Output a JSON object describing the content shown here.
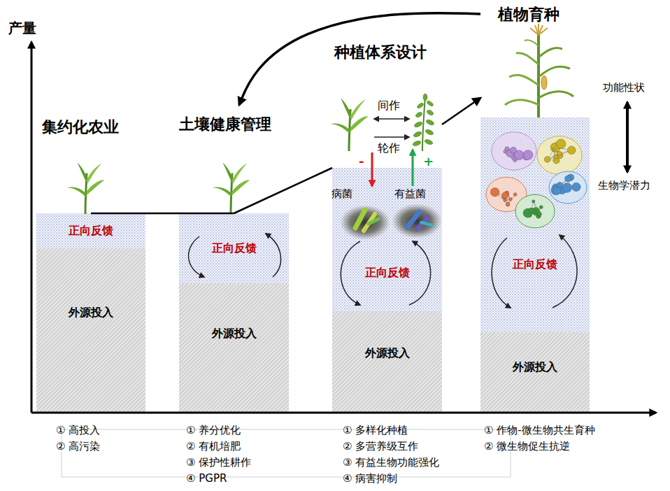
{
  "diagram": {
    "nodes": [
      {
        "text": [
          "集约化农业"
        ]
      },
      {
        "text": [
          "正向反馈"
        ],
        "in": 0
      },
      {
        "text": [
          "外源投入"
        ],
        "in": 0
      },
      {
        "text": [
          "土壤健康管理"
        ]
      },
      {
        "text": [
          "正向反馈"
        ],
        "in": 3
      },
      {
        "text": [
          "外源投入"
        ],
        "in": 3
      },
      {
        "text": [
          "种植体系设计"
        ]
      },
      {
        "text": [
          "正向反馈"
        ],
        "in": 6
      },
      {
        "text": [
          "外源投入"
        ],
        "in": 6
      },
      {
        "text": [
          "植物育种"
        ]
      },
      {
        "text": [
          "正向反馈"
        ],
        "in": 9
      },
      {
        "text": [
          "外源投入"
        ],
        "in": 9
      }
    ],
    "edges": [
      {
        "from": 9,
        "to": 3,
        "arrow": "to"
      },
      {
        "from": 1,
        "to": 4,
        "arrow": "none"
      },
      {
        "from": 4,
        "to": 7,
        "arrow": "none"
      },
      {
        "from": 6,
        "to": 9,
        "arrow": "to"
      }
    ],
    "labels": [
      "产量",
      "间作",
      "轮作",
      "-",
      "+",
      "病菌",
      "有益菌",
      "功能性状",
      "生物学潜力",
      "① 高投入",
      "② 高污染",
      "① 养分优化",
      "② 有机培肥",
      "③ 保护性耕作",
      "④ PGPR",
      "① 多样化种植",
      "② 多营养级互作",
      "③ 有益生物功能强化",
      "④ 病害抑制",
      "① 作物-微生物共生育种",
      "② 微生物促生抗逆"
    ]
  }
}
